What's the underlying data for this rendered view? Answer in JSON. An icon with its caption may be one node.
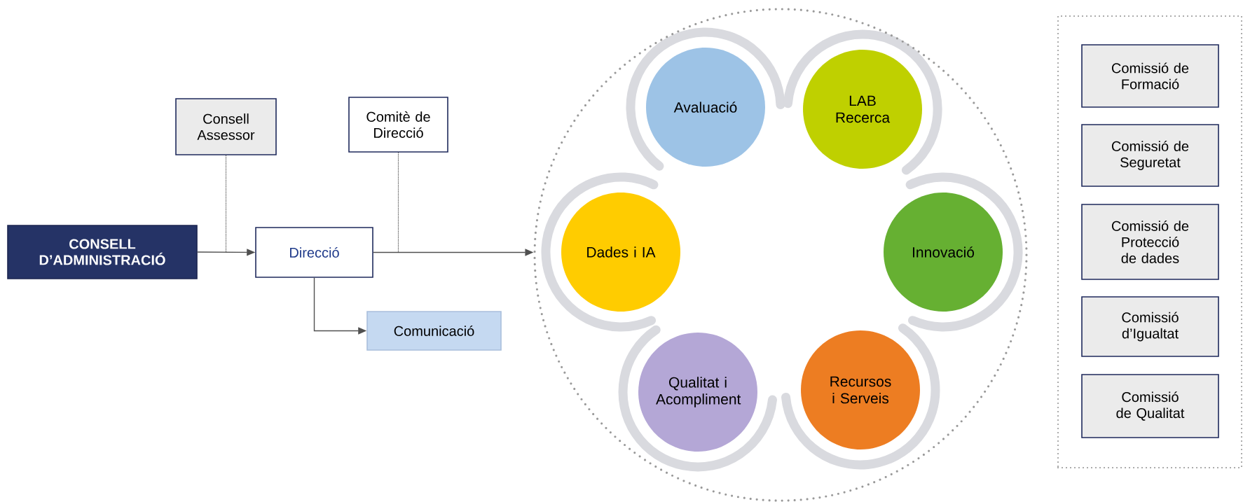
{
  "diagram": {
    "nodes": [
      {
        "text": [
          "CONSELL D’ADMINISTRACIÓ"
        ]
      },
      {
        "text": [
          "Consell Assessor"
        ]
      },
      {
        "text": [
          "Comitè de Direcció"
        ]
      },
      {
        "text": [
          "Direcció"
        ]
      },
      {
        "text": [
          "Comunicació"
        ]
      },
      {
        "text": [],
        "shape": "circle"
      },
      {
        "text": [
          "Avaluació"
        ],
        "in": 5
      },
      {
        "text": [
          "LAB Recerca"
        ],
        "in": 5
      },
      {
        "text": [
          "Dades i IA"
        ],
        "in": 5
      },
      {
        "text": [
          "Innovació"
        ],
        "in": 5
      },
      {
        "text": [
          "Qualitat i Acompliment"
        ],
        "in": 5
      },
      {
        "text": [
          "Recursos i Serveis"
        ],
        "in": 5
      },
      {
        "text": [],
        "shape": "box"
      },
      {
        "text": [
          "Comissió de Formació"
        ],
        "in": 12
      },
      {
        "text": [
          "Comissió de Seguretat"
        ],
        "in": 12
      },
      {
        "text": [
          "Comissió de Protecció de dades"
        ],
        "in": 12
      },
      {
        "text": [
          "Comissió d’Igualtat"
        ],
        "in": 12
      },
      {
        "text": [
          "Comissió de Qualitat"
        ],
        "in": 12
      }
    ],
    "edges": [
      {
        "from": 0,
        "to": 3,
        "arrow": "to"
      },
      {
        "from": 1,
        "to": 3,
        "arrow": "none",
        "style": "dashed"
      },
      {
        "from": 2,
        "to": 3,
        "arrow": "none",
        "style": "dashed"
      },
      {
        "from": 3,
        "to": 4,
        "arrow": "to"
      },
      {
        "from": 3,
        "to": 5,
        "arrow": "to"
      }
    ]
  }
}
